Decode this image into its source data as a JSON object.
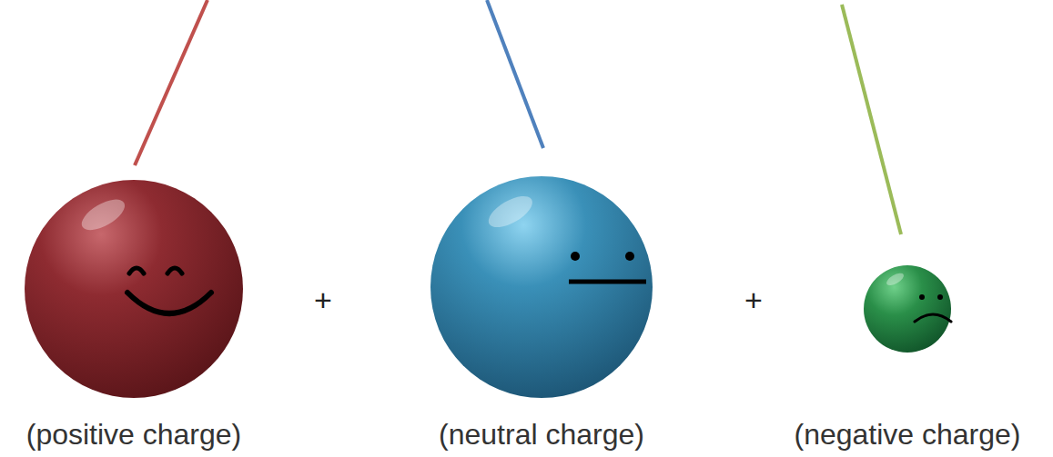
{
  "diagram": {
    "nodes": [
      {
        "text": [
          "(positive charge)"
        ]
      },
      {
        "text": [
          "(neutral charge)"
        ]
      },
      {
        "text": [
          "(negative charge)"
        ]
      }
    ],
    "labels": [
      "+",
      "+"
    ]
  }
}
